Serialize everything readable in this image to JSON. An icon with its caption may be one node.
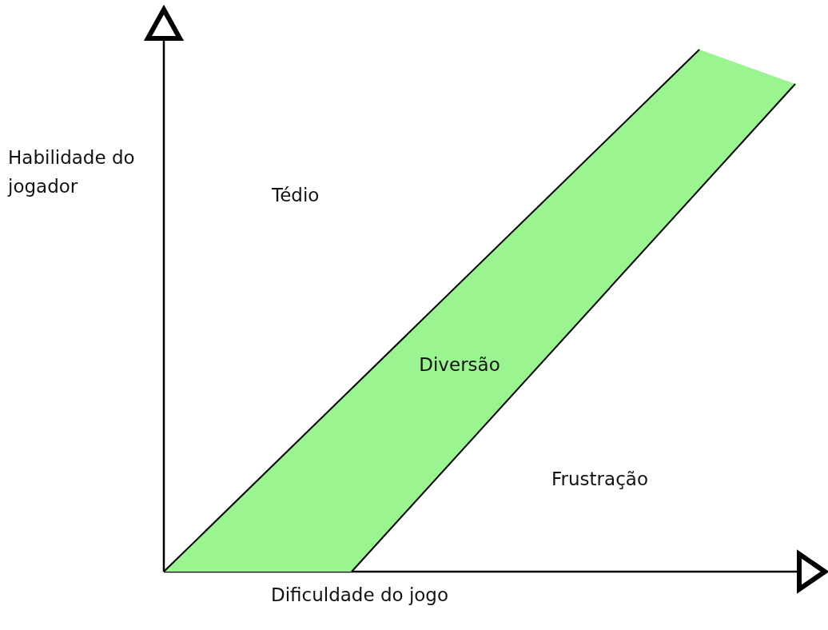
{
  "diagram": {
    "nodes": [
      {
        "text": [
          "Diversão"
        ]
      }
    ],
    "labels": [
      "Habilidade do jogador",
      "Tédio",
      "Frustração",
      "Dificuldade do jogo"
    ]
  }
}
